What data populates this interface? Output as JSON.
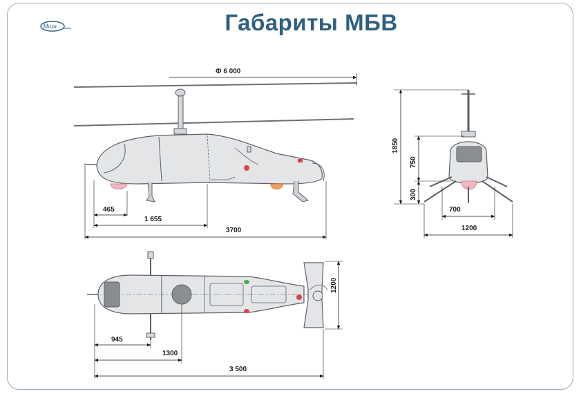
{
  "title": "Габариты МБВ",
  "logo": {
    "text": "Миля"
  },
  "side_view": {
    "rotor_diameter": "Ф 6 000",
    "dim_465": "465",
    "dim_1655": "1 655",
    "dim_3700": "3700"
  },
  "front_view": {
    "height_total": "1850",
    "height_body": "750",
    "height_gear": "300",
    "width_700": "700",
    "width_1200": "1200"
  },
  "top_view": {
    "dim_945": "945",
    "dim_1300": "1300",
    "dim_3500": "3 500",
    "tail_span": "1200"
  },
  "colors": {
    "title": "#2f5f7e",
    "body_fill": "#e3e5e7",
    "outline": "#5a5f66",
    "frame": "#9aaab8"
  }
}
